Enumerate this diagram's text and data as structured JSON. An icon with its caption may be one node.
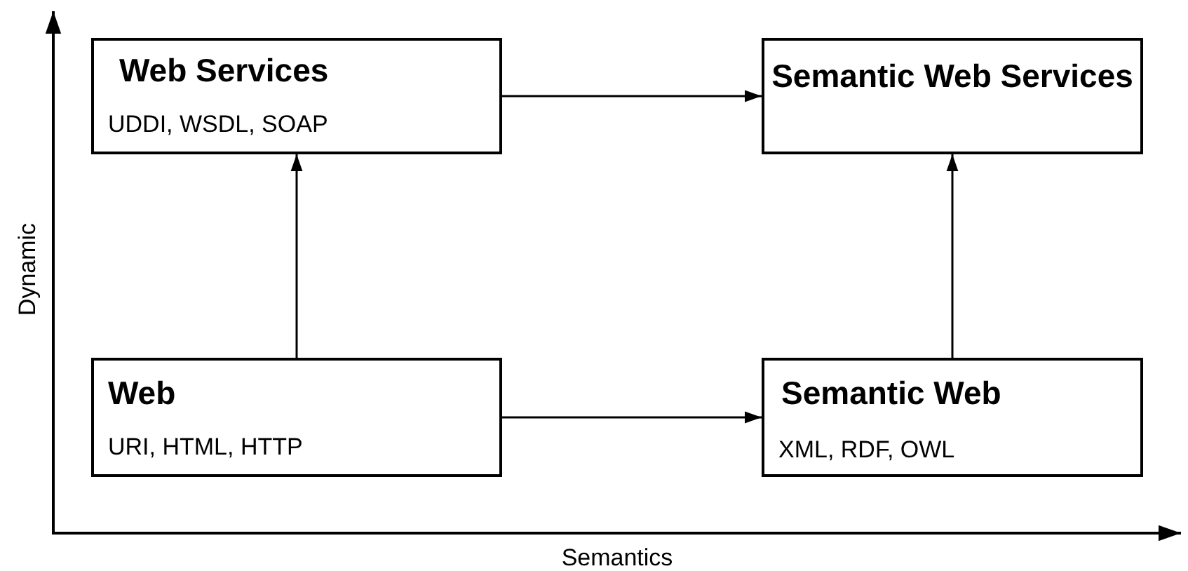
{
  "diagram": {
    "nodes": [
      {
        "text": [
          "Web Services",
          "UDDI, WSDL, SOAP"
        ]
      },
      {
        "text": [
          "Semantic Web Services"
        ]
      },
      {
        "text": [
          "Web",
          "URI, HTML, HTTP"
        ]
      },
      {
        "text": [
          "Semantic Web",
          "XML, RDF, OWL"
        ]
      }
    ],
    "edges": [
      {
        "from": 0,
        "to": 1,
        "arrow": "to"
      },
      {
        "from": 2,
        "to": 0,
        "arrow": "to"
      },
      {
        "from": 3,
        "to": 1,
        "arrow": "to"
      },
      {
        "from": 2,
        "to": 3,
        "arrow": "to"
      }
    ],
    "labels": [
      "Dynamic",
      "Semantics"
    ]
  }
}
